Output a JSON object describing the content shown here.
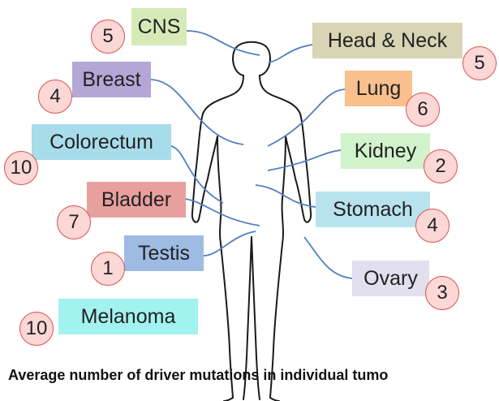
{
  "caption": "Average number of driver mutations in individual tumo",
  "connector_color": "#4f7fbf",
  "badge_fill": "#fbd7d6",
  "badge_stroke": "#d9534f",
  "tumors": [
    {
      "name": "CNS",
      "count": "5",
      "color": "#d6eab8"
    },
    {
      "name": "Head & Neck",
      "count": "5",
      "color": "#d8d4b4"
    },
    {
      "name": "Breast",
      "count": "4",
      "color": "#b4a7d6"
    },
    {
      "name": "Lung",
      "count": "6",
      "color": "#f9c08d"
    },
    {
      "name": "Colorectum",
      "count": "10",
      "color": "#a8dcea"
    },
    {
      "name": "Kidney",
      "count": "2",
      "color": "#d2f2cc"
    },
    {
      "name": "Bladder",
      "count": "7",
      "color": "#e8a09e"
    },
    {
      "name": "Stomach",
      "count": "4",
      "color": "#b8e3ee"
    },
    {
      "name": "Testis",
      "count": "1",
      "color": "#9dbbe3"
    },
    {
      "name": "Ovary",
      "count": "3",
      "color": "#e2dfee"
    },
    {
      "name": "Melanoma",
      "count": "10",
      "color": "#a2f3f0"
    }
  ]
}
